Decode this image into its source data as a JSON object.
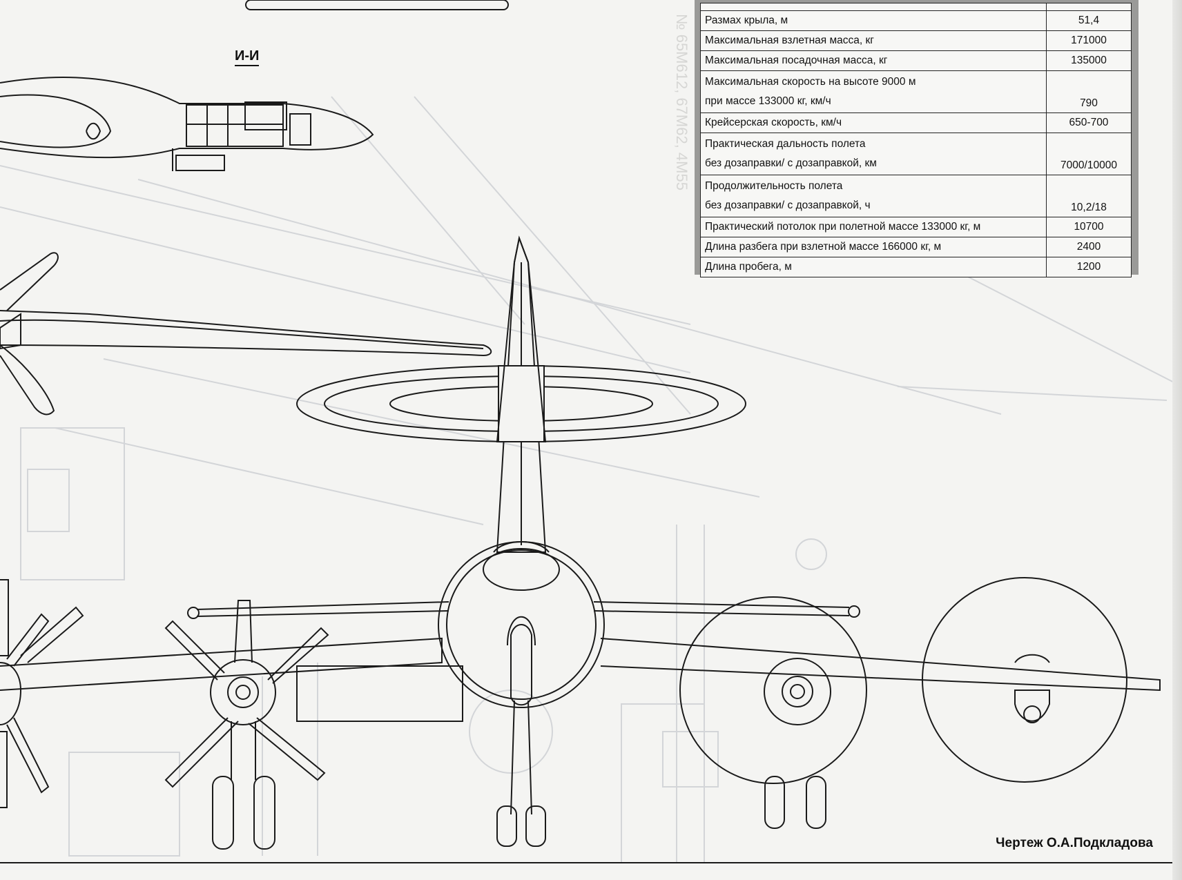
{
  "section_label": "И-И",
  "specs": {
    "rows": [
      {
        "param_lines": [
          ""
        ],
        "value": ""
      },
      {
        "param_lines": [
          "Размах крыла, м"
        ],
        "value": "51,4"
      },
      {
        "param_lines": [
          "Максимальная взлетная масса, кг"
        ],
        "value": "171000"
      },
      {
        "param_lines": [
          "Максимальная посадочная масса, кг"
        ],
        "value": "135000"
      },
      {
        "param_lines": [
          "Максимальная скорость на высоте 9000 м",
          "при массе 133000 кг, км/ч"
        ],
        "value": "790"
      },
      {
        "param_lines": [
          "Крейсерская скорость, км/ч"
        ],
        "value": "650-700"
      },
      {
        "param_lines": [
          "Практическая дальность полета",
          "без дозаправки/ с дозаправкой, км"
        ],
        "value": "7000/10000"
      },
      {
        "param_lines": [
          "Продолжительность полета",
          "без дозаправки/ с дозаправкой, ч"
        ],
        "value": "10,2/18"
      },
      {
        "param_lines": [
          "Практический потолок при полетной массе 133000 кг, м"
        ],
        "value": "10700"
      },
      {
        "param_lines": [
          "Длина разбега при взлетной массе 166000 кг, м"
        ],
        "value": "2400"
      },
      {
        "param_lines": [
          "Длина пробега, м"
        ],
        "value": "1200"
      }
    ]
  },
  "caption": "Чертеж О.А.Подкладова",
  "colors": {
    "ink": "#1a1a1a",
    "ghost": "#cfd0d2",
    "table_frame": "#9a9a98"
  }
}
